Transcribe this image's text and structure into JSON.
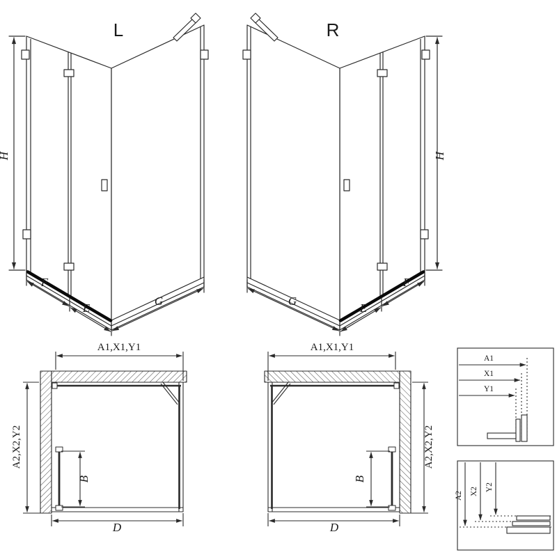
{
  "drawing": {
    "colors": {
      "line": "#2b2b2b",
      "background": "#ffffff"
    },
    "iso_left": {
      "variant": "L",
      "h": "H",
      "f": "F",
      "e": "E",
      "g": "G"
    },
    "iso_right": {
      "variant": "R",
      "h": "H",
      "f": "F",
      "e": "E",
      "g": "G"
    },
    "plan_left": {
      "width_dims": "A1,X1,Y1",
      "depth_dims": "A2,X2,Y2",
      "door_width": "B",
      "tray_width": "D"
    },
    "plan_right": {
      "width_dims": "A1,X1,Y1",
      "depth_dims": "A2,X2,Y2",
      "door_width": "B",
      "tray_width": "D"
    },
    "detail_width": {
      "a1": "A1",
      "x1": "X1",
      "y1": "Y1"
    },
    "detail_depth": {
      "a2": "A2",
      "x2": "X2",
      "y2": "Y2"
    }
  }
}
